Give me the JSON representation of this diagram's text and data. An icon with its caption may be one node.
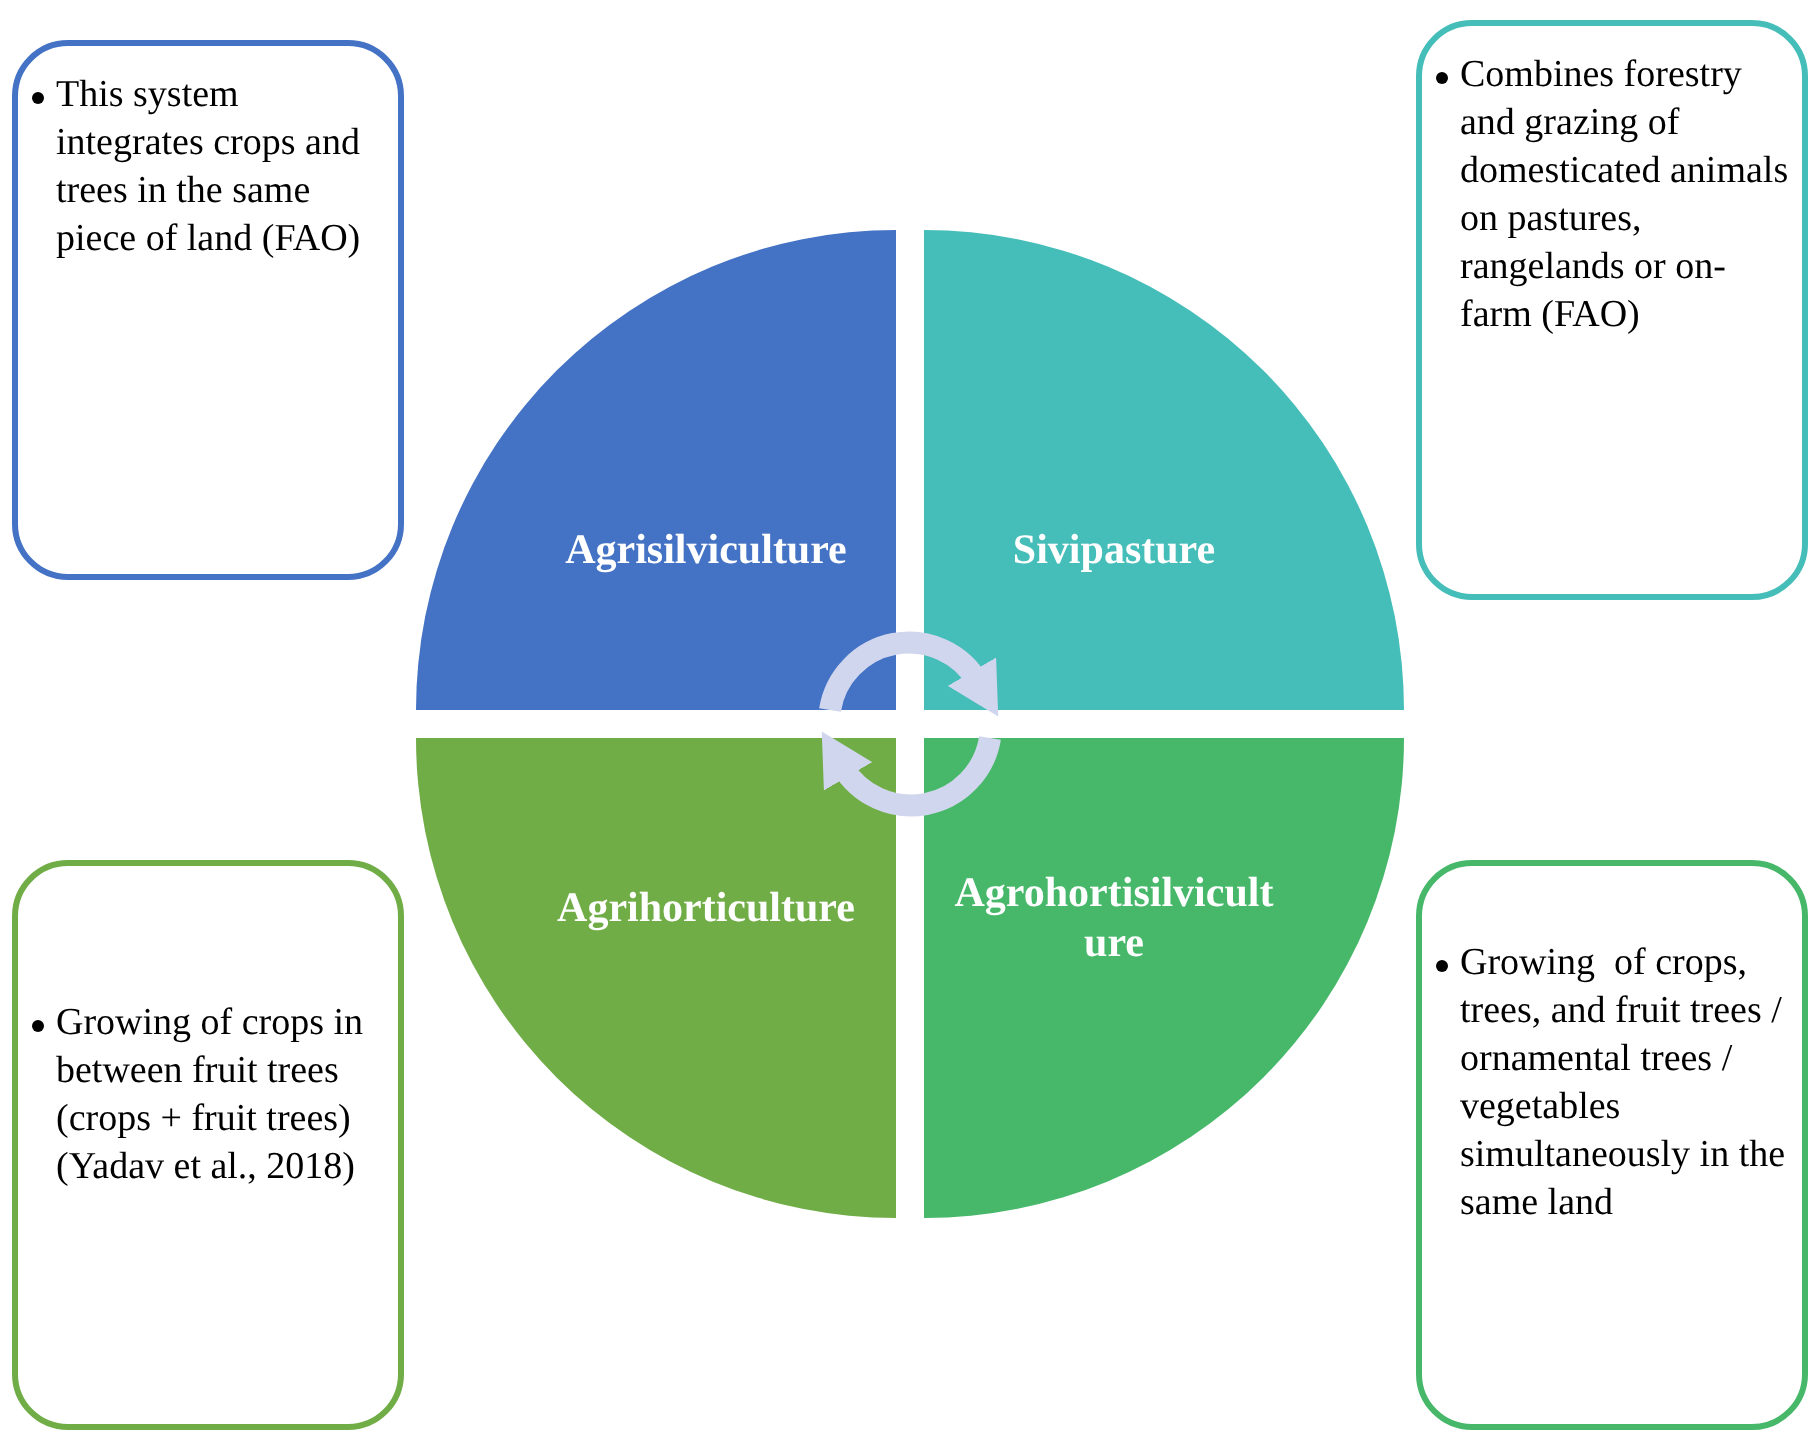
{
  "diagram": {
    "nodes": [
      {
        "text": [
          "This system integrates crops and trees in the same piece of land (FAO)"
        ]
      },
      {
        "text": [
          "Agrisilviculture"
        ]
      },
      {
        "text": [
          "Sivipasture"
        ]
      },
      {
        "text": [
          "Combines forestry and grazing of domesticated animals on pastures, rangelands or on-farm (FAO)"
        ]
      },
      {
        "text": [
          "Agrihorticulture"
        ]
      },
      {
        "text": [
          "Agrohortisilviculture"
        ]
      },
      {
        "text": [
          "Growing of crops in between fruit trees (crops + fruit trees) (Yadav et al., 2018)"
        ]
      },
      {
        "text": [
          "Growing  of crops, trees, and fruit trees / ornamental trees / vegetables simultaneously in the same land"
        ]
      }
    ],
    "edges": [
      {
        "from": 1,
        "to": 2,
        "arrow": "to"
      },
      {
        "from": 5,
        "to": 4,
        "arrow": "to"
      }
    ]
  }
}
